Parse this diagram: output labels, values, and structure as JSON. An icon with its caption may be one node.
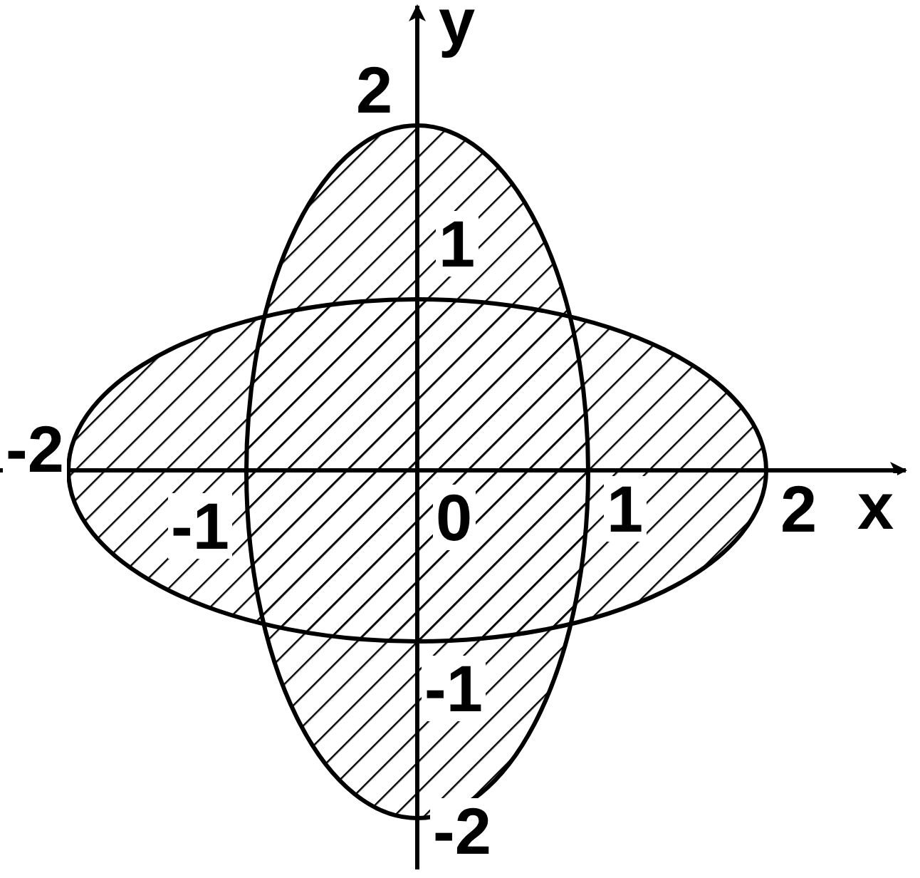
{
  "diagram": {
    "labels": [
      "y",
      "2",
      "1",
      "-2",
      "-1",
      "0",
      "1",
      "2",
      "x",
      "-1",
      "-2"
    ]
  }
}
